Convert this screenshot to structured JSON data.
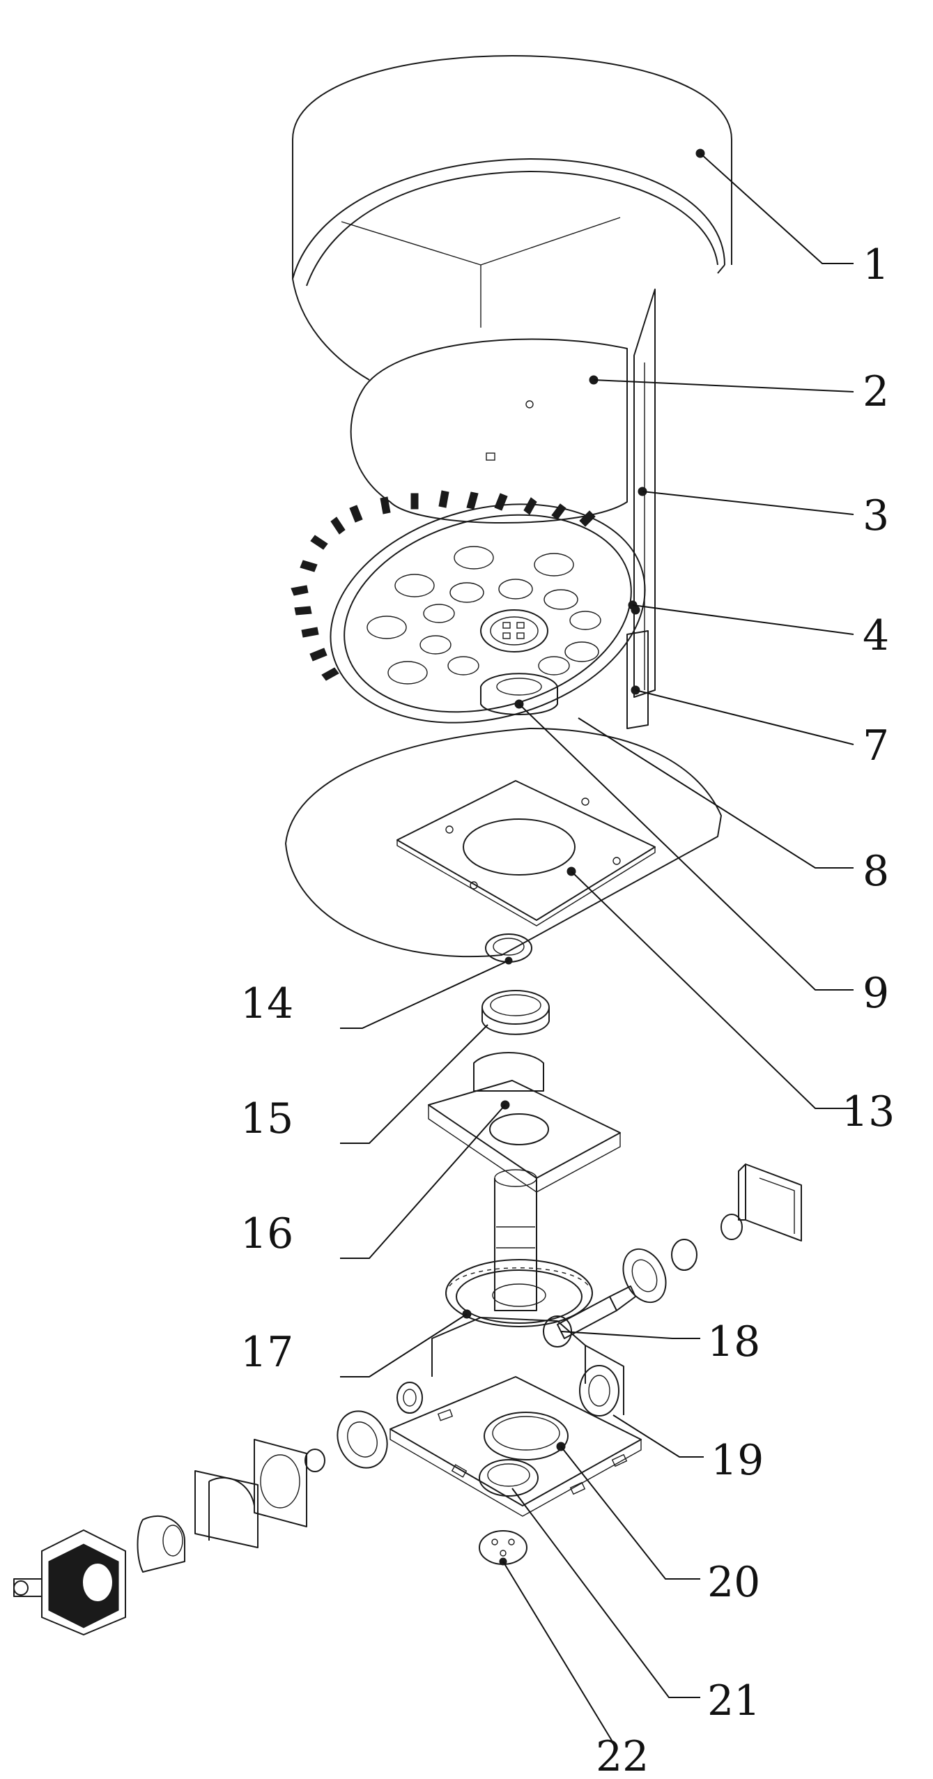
{
  "callouts": [
    {
      "id": "1",
      "label": "1"
    },
    {
      "id": "2",
      "label": "2"
    },
    {
      "id": "3",
      "label": "3"
    },
    {
      "id": "4",
      "label": "4"
    },
    {
      "id": "7",
      "label": "7"
    },
    {
      "id": "8",
      "label": "8"
    },
    {
      "id": "9",
      "label": "9"
    },
    {
      "id": "13",
      "label": "13"
    },
    {
      "id": "14",
      "label": "14"
    },
    {
      "id": "15",
      "label": "15"
    },
    {
      "id": "16",
      "label": "16"
    },
    {
      "id": "17",
      "label": "17"
    },
    {
      "id": "18",
      "label": "18"
    },
    {
      "id": "19",
      "label": "19"
    },
    {
      "id": "20",
      "label": "20"
    },
    {
      "id": "21",
      "label": "21"
    },
    {
      "id": "22",
      "label": "22"
    }
  ]
}
